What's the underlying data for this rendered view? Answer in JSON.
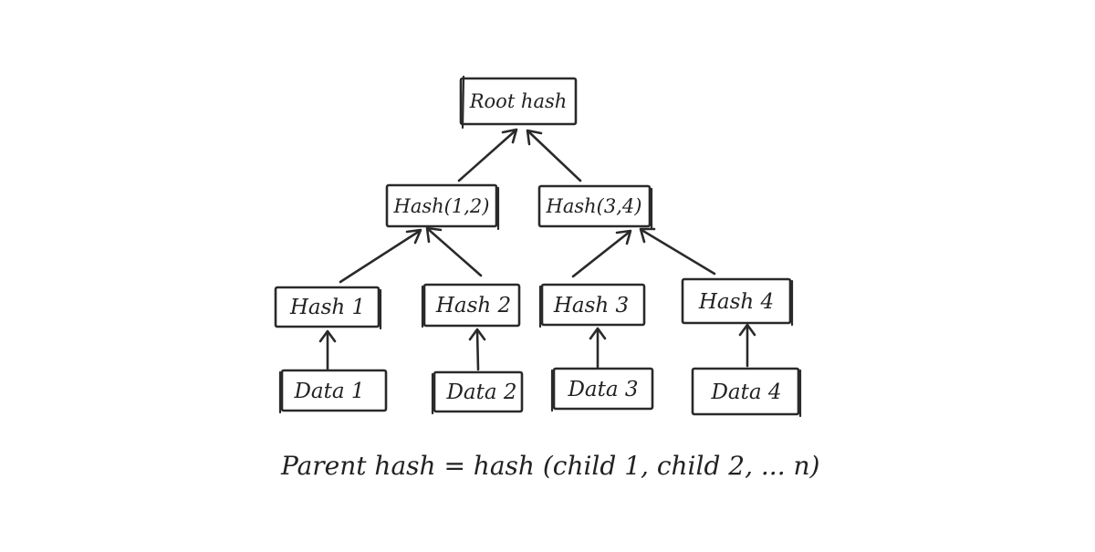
{
  "nodes": {
    "root": {
      "label": "Root hash"
    },
    "hash_1_2": {
      "label": "Hash(1,2)"
    },
    "hash_3_4": {
      "label": "Hash(3,4)"
    },
    "hash_1": {
      "label": "Hash 1"
    },
    "hash_2": {
      "label": "Hash 2"
    },
    "hash_3": {
      "label": "Hash 3"
    },
    "hash_4": {
      "label": "Hash 4"
    },
    "data_1": {
      "label": "Data 1"
    },
    "data_2": {
      "label": "Data 2"
    },
    "data_3": {
      "label": "Data 3"
    },
    "data_4": {
      "label": "Data 4"
    }
  },
  "edges": [
    {
      "from": "data_1",
      "to": "hash_1"
    },
    {
      "from": "data_2",
      "to": "hash_2"
    },
    {
      "from": "data_3",
      "to": "hash_3"
    },
    {
      "from": "data_4",
      "to": "hash_4"
    },
    {
      "from": "hash_1",
      "to": "hash_1_2"
    },
    {
      "from": "hash_2",
      "to": "hash_1_2"
    },
    {
      "from": "hash_3",
      "to": "hash_3_4"
    },
    {
      "from": "hash_4",
      "to": "hash_3_4"
    },
    {
      "from": "hash_1_2",
      "to": "root"
    },
    {
      "from": "hash_3_4",
      "to": "root"
    }
  ],
  "formula": "Parent hash = hash (child 1, child 2, ... n)"
}
